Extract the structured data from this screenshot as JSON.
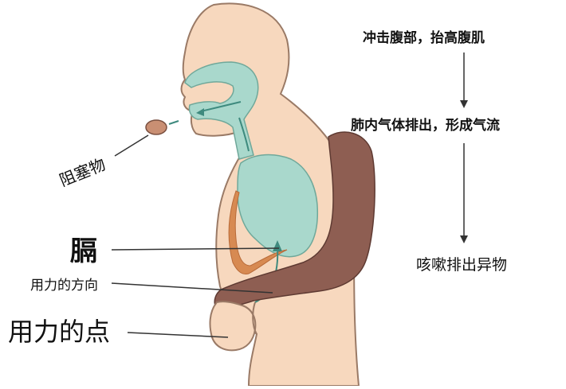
{
  "labels": {
    "obstruction": "阻塞物",
    "diaphragm": "膈",
    "force_direction": "用力的方向",
    "force_point": "用力的点"
  },
  "steps": [
    "冲击腹部，抬高腹肌",
    "肺内气体排出，形成气流",
    "咳嗽排出异物"
  ],
  "colors": {
    "skin": "#F7D8BE",
    "skin_outline": "#9A7A66",
    "arm": "#8E5E52",
    "airway": "#A9D8CC",
    "diaphragm": "#D78A52",
    "arrow": "#3E8A7E",
    "line": "#333333",
    "obstruction": "#C98F73"
  }
}
